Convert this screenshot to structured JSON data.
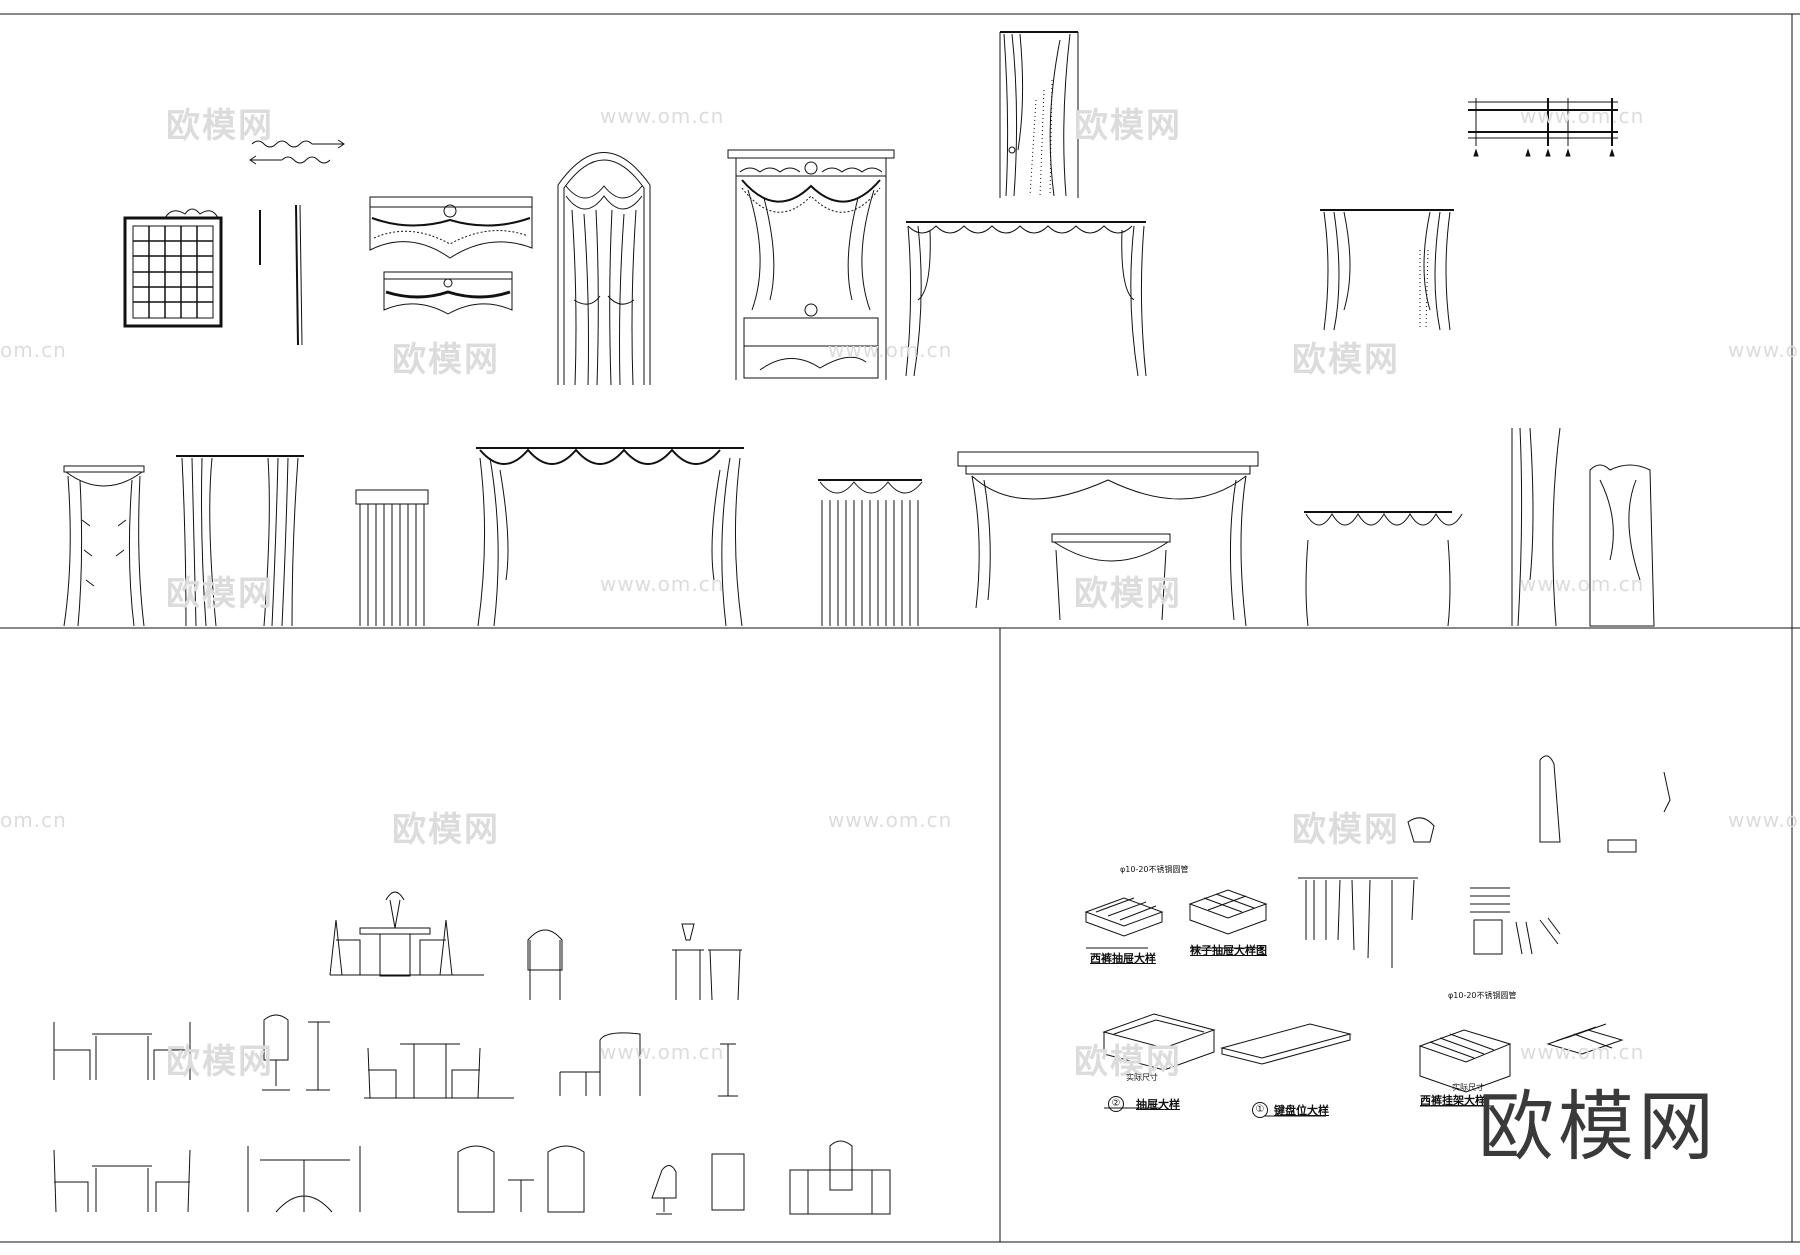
{
  "sheet": {
    "watermark_cn": "欧模网",
    "watermark_url": "www.om.cn",
    "watermark_url_short": "om.cn",
    "brand_logo_text": "欧模网"
  },
  "details": {
    "note_steel_tube": "φ10-20不锈钢圆管",
    "drawer_section_label": "西裤抽屉大样",
    "sock_drawer_label": "袜子抽屉大样图",
    "drawer_detail_label": "抽屉大样",
    "drawer_detail_number": "②",
    "keyboard_detail_label": "键盘位大样",
    "keyboard_detail_number": "①",
    "pants_rack_label": "西裤挂架大样",
    "actual_size_note": "实际尺寸"
  }
}
